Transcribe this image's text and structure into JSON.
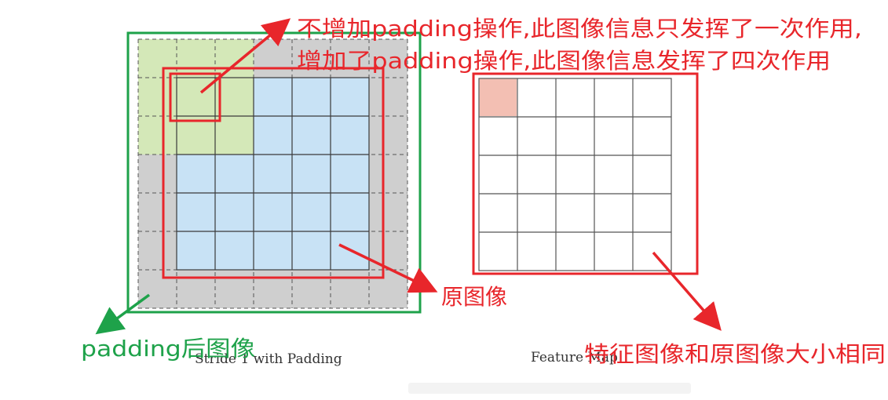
{
  "colors": {
    "padding_gray": "#cfcfcf",
    "kernel_green": "#d4e8b8",
    "image_blue": "#c8e2f5",
    "output_cell": "#f3bfb3",
    "annotation_red": "#e8262b",
    "annotation_green": "#1ea24a"
  },
  "left_grid": {
    "padded_size": 7,
    "image_size": 5,
    "kernel_size": 3
  },
  "right_grid": {
    "size": 5,
    "highlight_cell": [
      0,
      0
    ]
  },
  "captions": {
    "left": "Stride 1 with Padding",
    "right": "Feature Map"
  },
  "annotations": {
    "top_line1": "不增加padding操作,此图像信息只发挥了一次作用,",
    "top_line2": "增加了padding操作,此图像信息发挥了四次作用",
    "original_image": "原图像",
    "padded_image": "padding后图像",
    "same_size": "特征图像和原图像大小相同"
  }
}
